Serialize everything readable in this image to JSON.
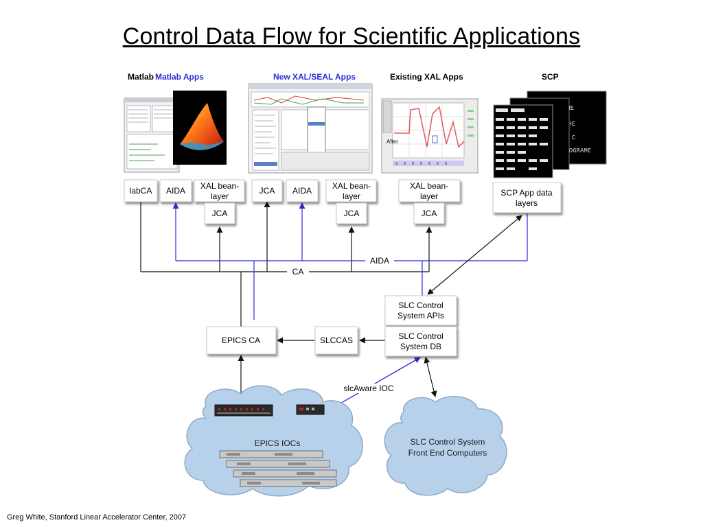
{
  "title": "Control Data Flow for Scientific Applications",
  "footer": "Greg White, Stanford Linear Accelerator Center, 2007",
  "colors": {
    "blue_line": "#2b2bd6",
    "black_line": "#111111",
    "cloud_fill": "#b8d1ea",
    "header_blue": "#2b2bd6"
  },
  "headers": {
    "matlab_a": "Matlab",
    "matlab_b": "Matlab Apps",
    "new_xal": "New XAL/SEAL Apps",
    "existing_xal": "Existing XAL Apps",
    "scp": "SCP"
  },
  "boxes": {
    "labca": "labCA",
    "aida1": "AIDA",
    "xal1": [
      "XAL bean-",
      "layer"
    ],
    "jca1": "JCA",
    "jca2": "JCA",
    "aida2": "AIDA",
    "xal2": [
      "XAL bean-",
      "layer"
    ],
    "jca3": "JCA",
    "xal3": [
      "XAL bean-",
      "layer"
    ],
    "jca4": "JCA",
    "scp_layers": [
      "SCP App data",
      "layers"
    ],
    "slc_apis": [
      "SLC Control",
      "System APIs"
    ],
    "slc_db": [
      "SLC Control",
      "System DB"
    ],
    "epics_ca": "EPICS CA",
    "slccas": "SLCCAS"
  },
  "bus_labels": {
    "aida": "AIDA",
    "ca": "CA",
    "slcaware": "slcAware IOC"
  },
  "clouds": {
    "epics": "EPICS IOCs",
    "slc": [
      "SLC Control System",
      "Front End Computers"
    ]
  },
  "screenshots": {
    "matlab": "matlab-app-screenshot",
    "new_xal": "xal-seal-app-screenshot",
    "existing_xal": "existing-xal-app-screenshot",
    "existing_xal_label": "After",
    "scp": "scp-console-screenshot",
    "scp_lines": [
      "OME",
      "THE",
      "A C",
      "PROGRAME"
    ]
  }
}
